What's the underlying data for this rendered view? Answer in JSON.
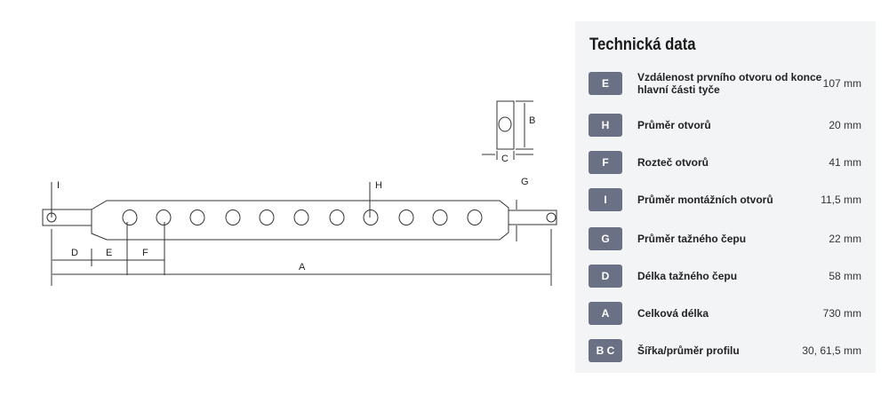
{
  "diagram": {
    "labels": {
      "I": "I",
      "H": "H",
      "G": "G",
      "B": "B",
      "C": "C",
      "D": "D",
      "E": "E",
      "F": "F",
      "A": "A"
    }
  },
  "panel": {
    "title": "Technická data",
    "rows": [
      {
        "badge": "E",
        "label": "Vzdálenost prvního otvoru od konce hlavní části tyče",
        "value": "107 mm"
      },
      {
        "badge": "H",
        "label": "Průměr otvorů",
        "value": "20 mm"
      },
      {
        "badge": "F",
        "label": "Rozteč otvorů",
        "value": "41 mm"
      },
      {
        "badge": "I",
        "label": "Průměr montážních otvorů",
        "value": "11,5 mm"
      },
      {
        "badge": "G",
        "label": "Průměr tažného čepu",
        "value": "22 mm"
      },
      {
        "badge": "D",
        "label": "Délka tažného čepu",
        "value": "58 mm"
      },
      {
        "badge": "A",
        "label": "Celková délka",
        "value": "730 mm"
      },
      {
        "badge": "B C",
        "label": "Šířka/průměr profilu",
        "value": "30, 61,5 mm"
      }
    ]
  }
}
